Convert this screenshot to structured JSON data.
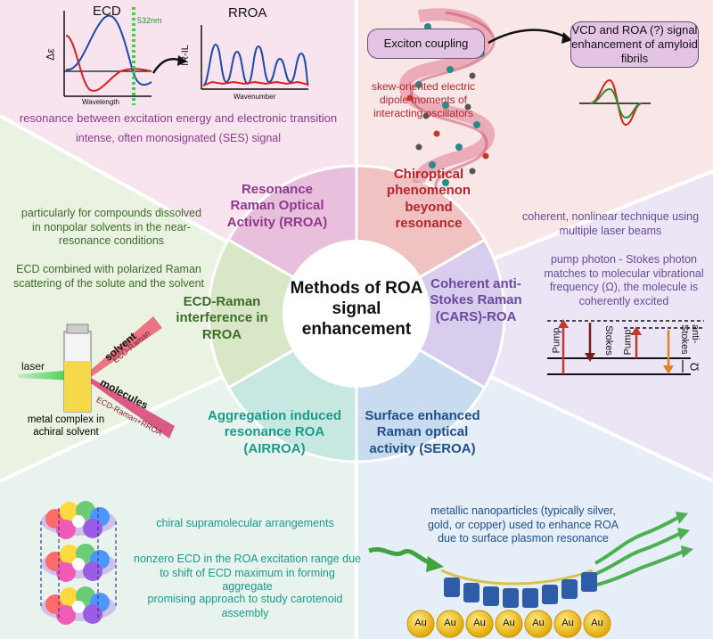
{
  "center": {
    "title": "Methods of ROA signal enhancement"
  },
  "segments": {
    "rroa": "Resonance Raman Optical Activity (RROA)",
    "chiroptical": "Chiroptical phenomenon beyond resonance",
    "cars": "Coherent anti-Stokes Raman (CARS)-ROA",
    "seroa": "Surface enhanced Raman optical activity (SEROA)",
    "airroa": "Aggregation induced resonance ROA (AIRROA)",
    "ecd_raman": "ECD-Raman interference in RROA"
  },
  "rroa_panel": {
    "ecd_title": "ECD",
    "ecd_ylabel": "Δε",
    "ecd_xlabel": "Wavelength",
    "laser_label": "532nm",
    "rroa_title": "RROA",
    "rroa_ylabel": "IR-IL",
    "rroa_xlabel": "Wavenumber",
    "text1": "resonance between excitation energy and electronic transition",
    "text2": "intense, often monosignated (SES) signal"
  },
  "chiro_panel": {
    "exciton": "Exciton coupling",
    "vcd": "VCD and ROA (?) signal enhancement of amyloid fibrils",
    "dipole": "skew-oriented electric dipole moments of interacting oscillators"
  },
  "cars_panel": {
    "text1": "coherent, nonlinear technique using multiple laser beams",
    "text2": "pump photon - Stokes photon matches to molecular vibrational frequency (Ω), the molecule is coherently excited",
    "pump1": "Pump",
    "stokes": "Stokes",
    "pump2": "Pump",
    "antistokes": "anti-Stokes",
    "omega": "Ω"
  },
  "ecd_panel": {
    "text1": "particularly for compounds dissolved in nonpolar solvents in the near- resonance conditions",
    "text2": "ECD combined with polarized Raman scattering of  the solute and the solvent",
    "laser": "laser",
    "solvent": "solvent",
    "ecd_raman": "ECD-Raman",
    "molecules": "molecules",
    "ecd_raman_rroa": "ECD-Raman+RROA",
    "metal": "metal complex in achiral solvent"
  },
  "airroa_panel": {
    "text1": "chiral supramolecular arrangements",
    "text2": "nonzero ECD in the ROA excitation range due to shift of ECD maximum in forming aggregate",
    "text3": "promising approach to study carotenoid assembly"
  },
  "seroa_panel": {
    "text": "metallic nanoparticles (typically silver, gold, or copper) used to enhance ROA due to surface plasmon resonance",
    "particle": "Au"
  },
  "colors": {
    "rroa": "#8e3a8c",
    "chiro": "#b5262e",
    "cars": "#6a4a9c",
    "seroa": "#1f4f8a",
    "airroa": "#1a9a8a",
    "ecd": "#3d6b2a"
  }
}
